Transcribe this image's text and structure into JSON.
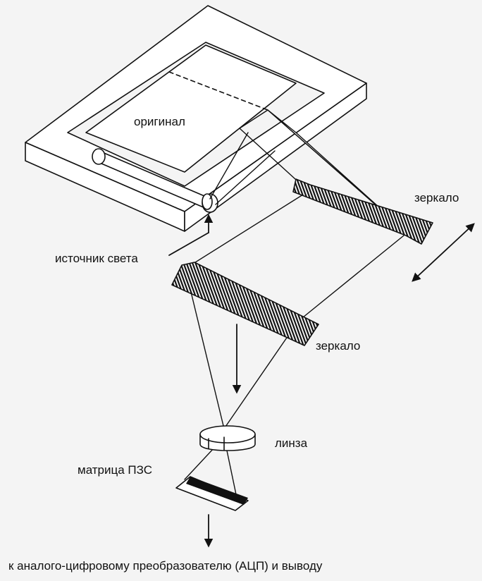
{
  "labels": {
    "original": "оригинал",
    "light_source": "источник света",
    "mirror_top": "зеркало",
    "mirror_mid": "зеркало",
    "lens": "линза",
    "ccd": "матрица ПЗС",
    "output": "к аналого-цифровому преобразователю (АЦП) и выводу"
  },
  "colors": {
    "line": "#111111",
    "background": "#f4f4f4",
    "fill": "#ffffff"
  }
}
